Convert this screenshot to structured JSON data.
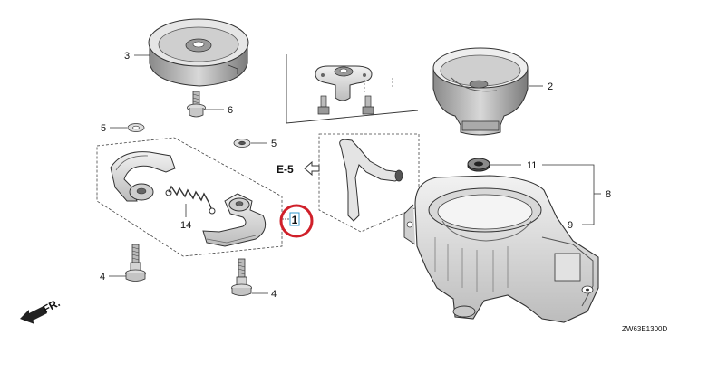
{
  "callouts": {
    "p1": "1",
    "p2": "2",
    "p3": "3",
    "p4a": "4",
    "p4b": "4",
    "p5a": "5",
    "p5b": "5",
    "p6": "6",
    "p8": "8",
    "p9": "9",
    "p11": "11",
    "p14": "14"
  },
  "reference": "E-5",
  "direction": "FR.",
  "diagram_code": "ZW63E1300D",
  "highlight_color": "#d0202a",
  "label_box_color": "#3399cc"
}
